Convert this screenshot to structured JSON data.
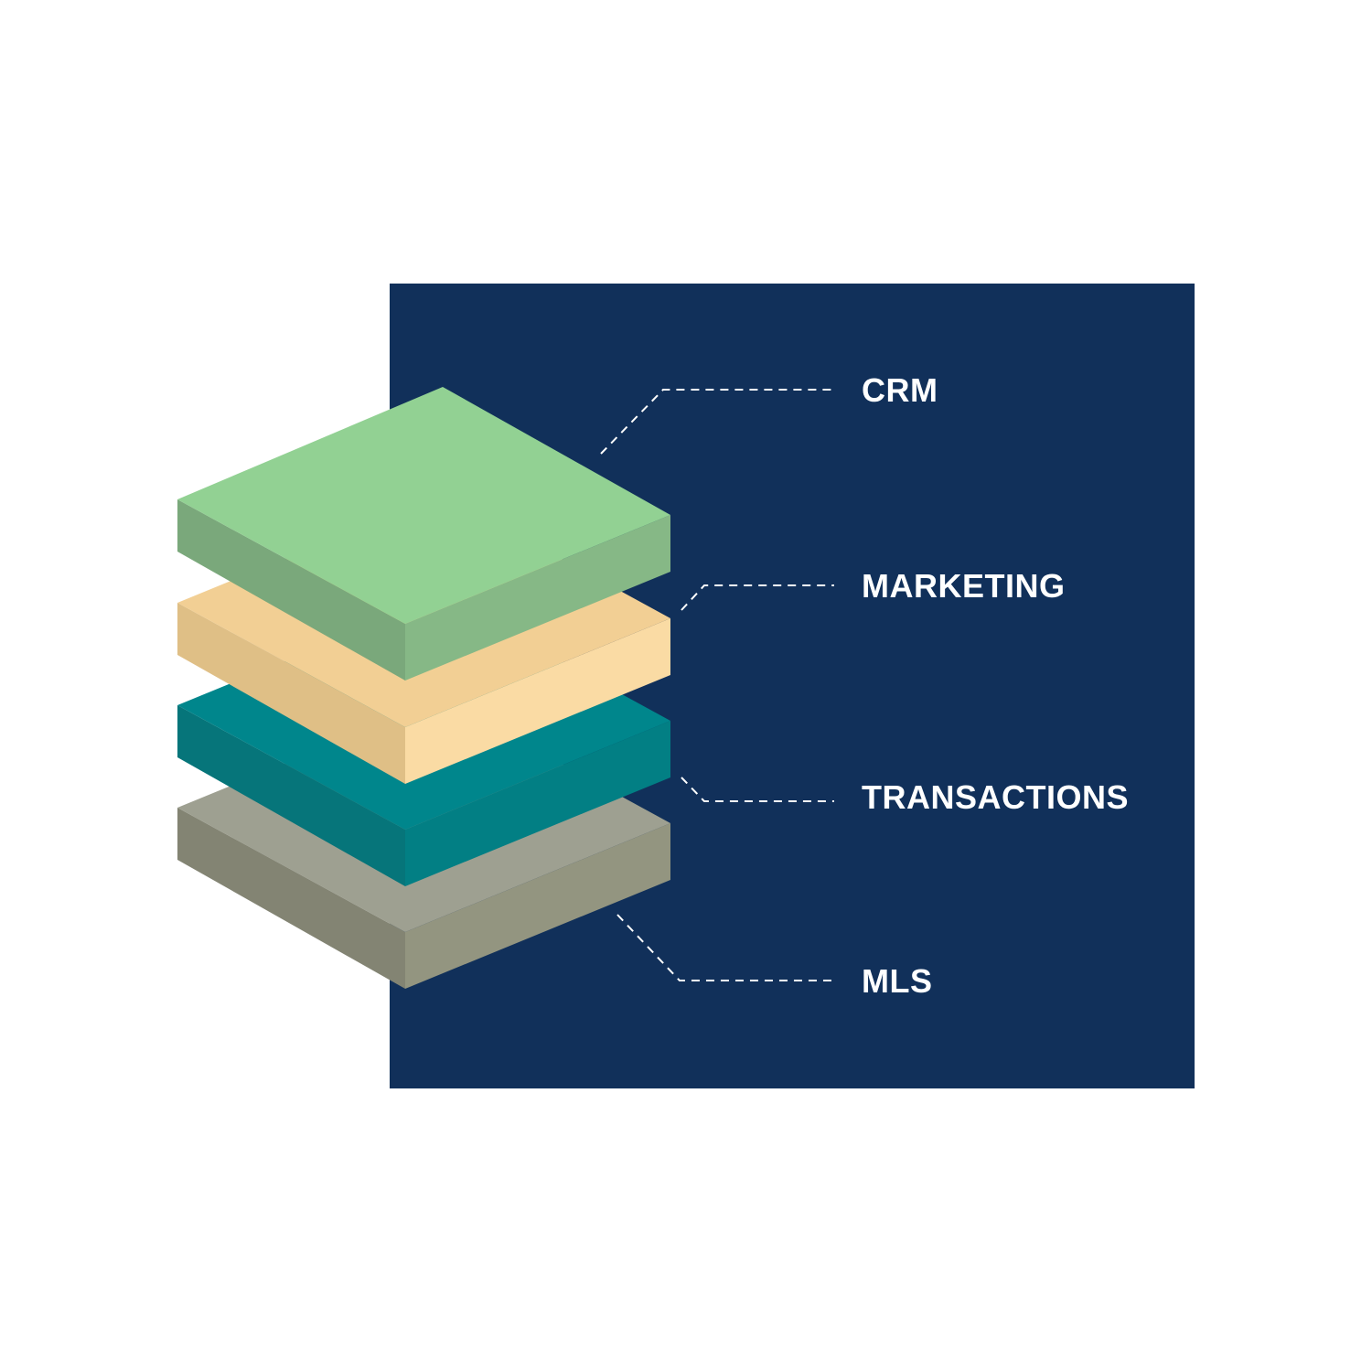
{
  "colors": {
    "background": "#ffffff",
    "panel": "#11305a",
    "label": "#ffffff"
  },
  "layers": [
    {
      "label": "CRM",
      "top": "#92d193",
      "left": "#7aa87b",
      "right": "#86b886"
    },
    {
      "label": "MARKETING",
      "top": "#f2cf94",
      "left": "#dfbf86",
      "right": "#fadba4"
    },
    {
      "label": "TRANSACTIONS",
      "top": "#00868c",
      "left": "#06757a",
      "right": "#027f84"
    },
    {
      "label": "MLS",
      "top": "#9ea091",
      "left": "#838473",
      "right": "#939580"
    }
  ]
}
